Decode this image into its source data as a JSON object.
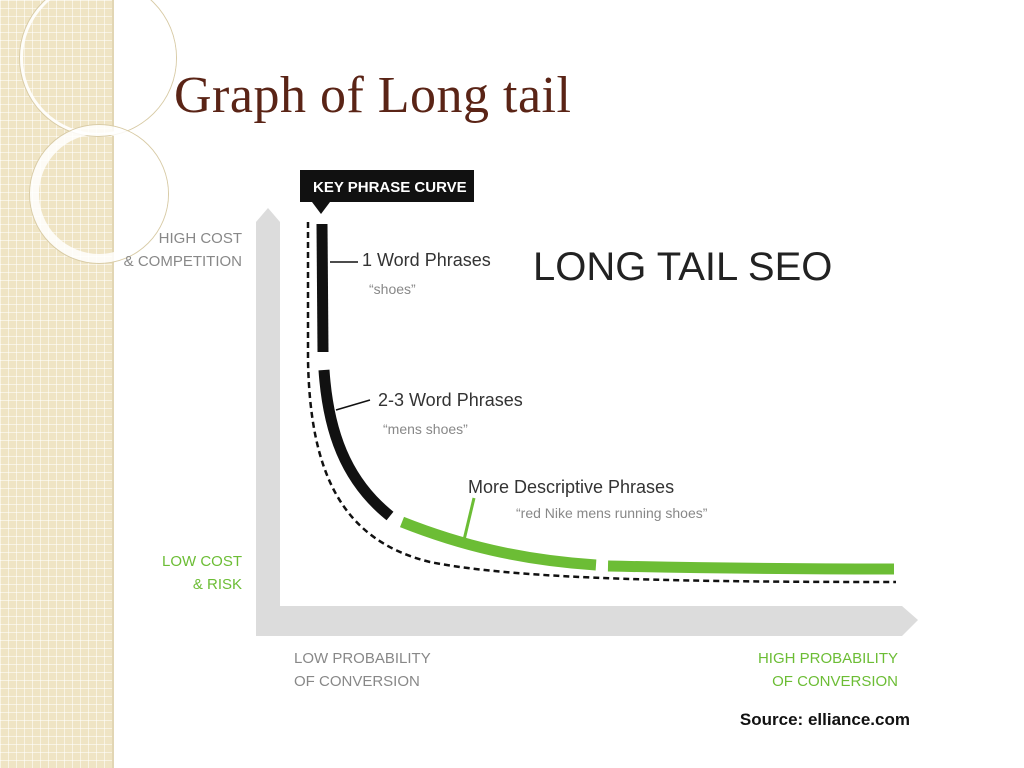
{
  "slide": {
    "title": "Graph of Long tail"
  },
  "diagram": {
    "callout": "KEY PHRASE CURVE",
    "headline": "LONG TAIL SEO",
    "y_axis": {
      "top_line1": "HIGH COST",
      "top_line2": "& COMPETITION",
      "bottom_line1": "LOW COST",
      "bottom_line2": "& RISK"
    },
    "x_axis": {
      "left_line1": "LOW PROBABILITY",
      "left_line2": "OF CONVERSION",
      "right_line1": "HIGH PROBABILITY",
      "right_line2": "OF CONVERSION"
    },
    "segments": [
      {
        "title": "1 Word Phrases",
        "example": "“shoes”"
      },
      {
        "title": "2-3 Word Phrases",
        "example": "“mens shoes”"
      },
      {
        "title": "More Descriptive Phrases",
        "example": "“red Nike mens running shoes”"
      }
    ],
    "source": "Source: elliance.com",
    "colors": {
      "black": "#111111",
      "green": "#6cbd35",
      "axis": "#dcdcdc",
      "title": "#5a2416"
    }
  }
}
